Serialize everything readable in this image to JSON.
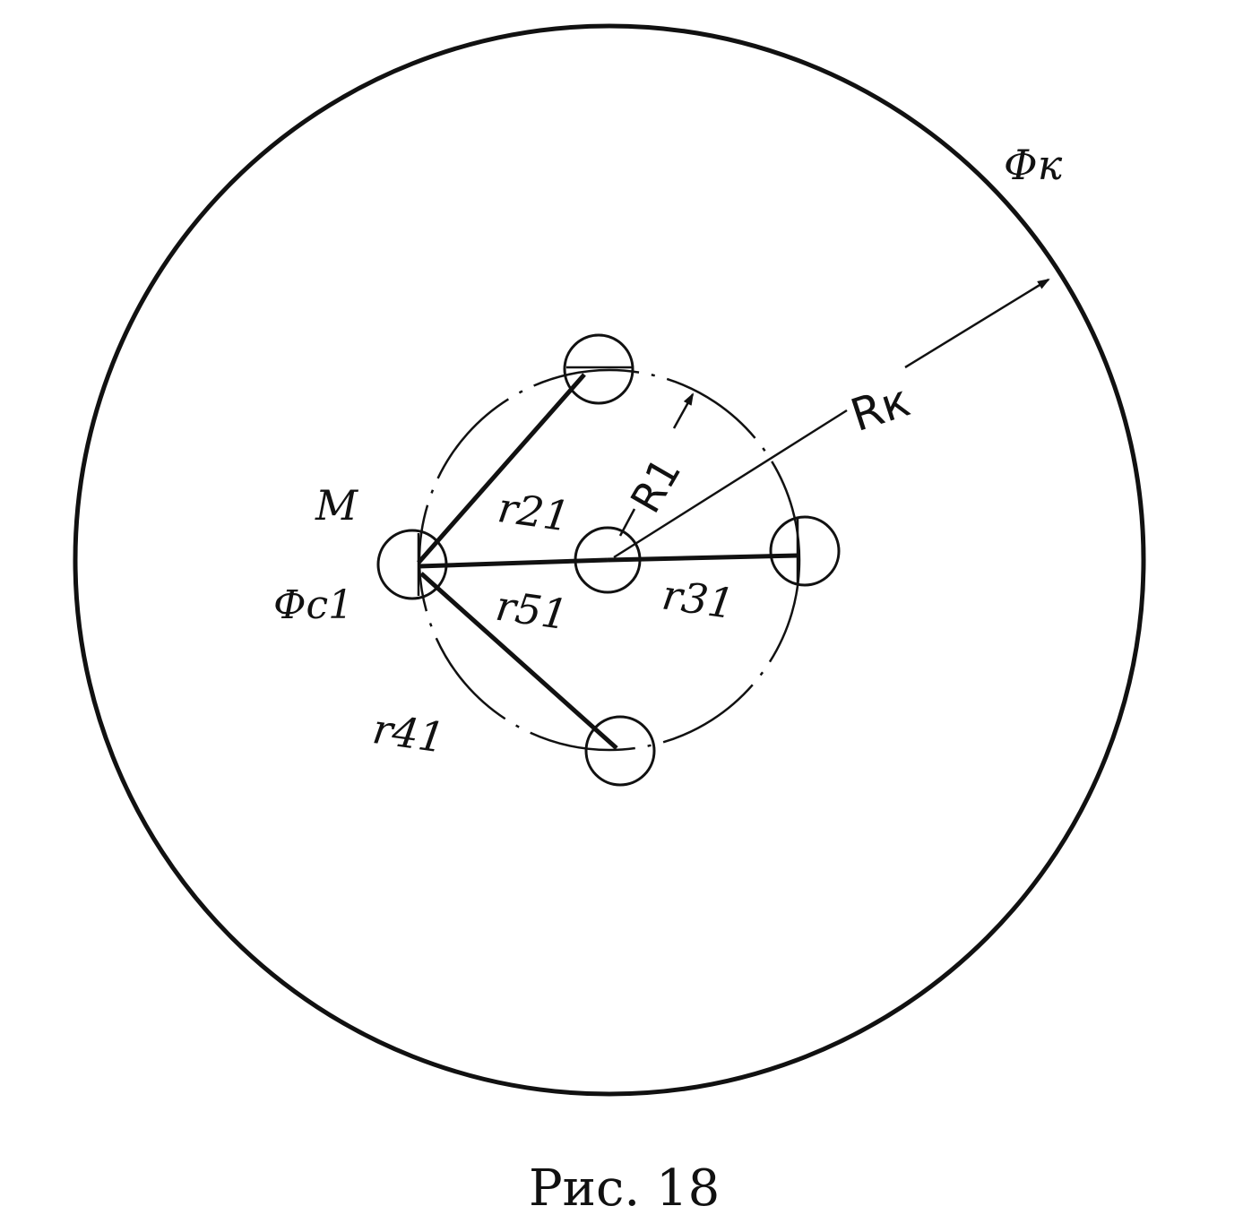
{
  "labels": {
    "phi_k": "Φк",
    "R_k": "Rк",
    "R_1": "R1",
    "M": "M",
    "phi_c1": "Фс1",
    "r21": "r21",
    "r31": "r31",
    "r41": "r41",
    "r51": "r51"
  },
  "caption": "Рис. 18",
  "ink_color": "#111111",
  "background_color": "#ffffff"
}
